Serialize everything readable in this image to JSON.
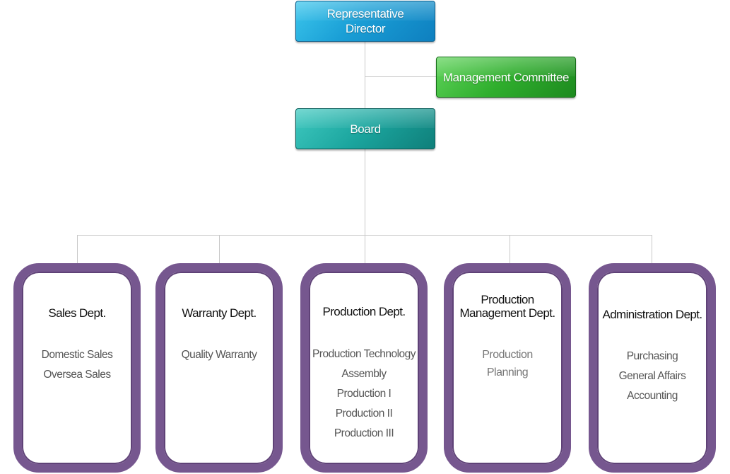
{
  "diagram": {
    "top": {
      "director": "Representative\nDirector",
      "committee": "Management Committee",
      "board": "Board"
    },
    "departments": [
      {
        "title": "Sales Dept.",
        "items": [
          "Domestic Sales",
          "Oversea Sales"
        ]
      },
      {
        "title": "Warranty Dept.",
        "items": [
          "Quality Warranty"
        ]
      },
      {
        "title": "Production Dept.",
        "items": [
          "Production Technology",
          "Assembly",
          "Production I",
          "Production II",
          "Production III"
        ]
      },
      {
        "title": "Production\nManagement Dept.",
        "items": [
          "Production\nPlanning"
        ]
      },
      {
        "title": "Administration Dept.",
        "items": [
          "Purchasing",
          "General Affairs",
          "Accounting"
        ]
      }
    ],
    "colors": {
      "director": "#1a9fd6",
      "committee": "#2fae2d",
      "board": "#1ba59e",
      "department_border": "#76578f",
      "connector": "#c8c8c8"
    }
  }
}
